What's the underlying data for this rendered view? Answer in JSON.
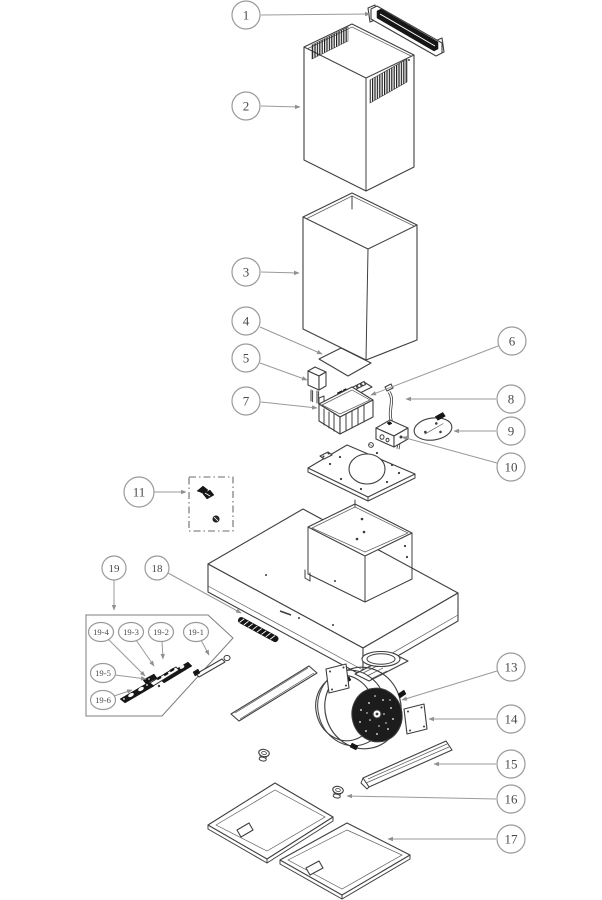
{
  "diagram": {
    "background_color": "#ffffff",
    "line_color": "#3f3f3f",
    "callout_color": "#9a9a9a",
    "dark_fill_color": "#161616",
    "balloons": [
      {
        "label": "1"
      },
      {
        "label": "2"
      },
      {
        "label": "3"
      },
      {
        "label": "4"
      },
      {
        "label": "5"
      },
      {
        "label": "6"
      },
      {
        "label": "7"
      },
      {
        "label": "8"
      },
      {
        "label": "9"
      },
      {
        "label": "10"
      },
      {
        "label": "11"
      },
      {
        "label": "13"
      },
      {
        "label": "14"
      },
      {
        "label": "15"
      },
      {
        "label": "16"
      },
      {
        "label": "17"
      },
      {
        "label": "18"
      },
      {
        "label": "19"
      },
      {
        "label": "19-1"
      },
      {
        "label": "19-2"
      },
      {
        "label": "19-3"
      },
      {
        "label": "19-4"
      },
      {
        "label": "19-5"
      },
      {
        "label": "19-6"
      }
    ]
  }
}
